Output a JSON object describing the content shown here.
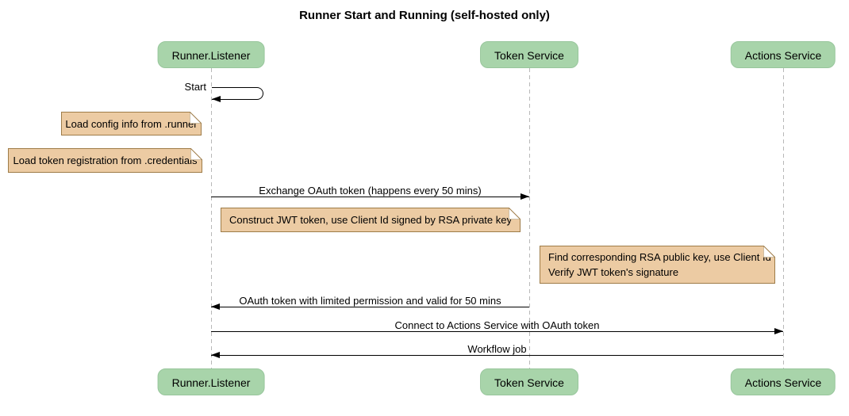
{
  "diagram": {
    "title": "Runner Start and Running (self-hosted only)",
    "participants": [
      {
        "name": "Runner.Listener"
      },
      {
        "name": "Token Service"
      },
      {
        "name": "Actions Service"
      }
    ],
    "self_message": {
      "label": "Start",
      "on": "Runner.Listener"
    },
    "notes": [
      {
        "text": "Load config info from .runner",
        "position": "left of Runner.Listener"
      },
      {
        "text": "Load token registration from .credentials",
        "position": "left of Runner.Listener"
      },
      {
        "text": "Construct JWT token, use Client Id signed by RSA private key",
        "position": "between Runner.Listener and Token Service"
      },
      {
        "text": "Find corresponding RSA public key, use Client Id\nVerify JWT token's signature",
        "position": "between Token Service and Actions Service"
      }
    ],
    "messages": [
      {
        "label": "Exchange OAuth token (happens every 50 mins)",
        "from": "Runner.Listener",
        "to": "Token Service",
        "direction": "right"
      },
      {
        "label": "OAuth token with limited permission and valid for 50 mins",
        "from": "Token Service",
        "to": "Runner.Listener",
        "direction": "left"
      },
      {
        "label": "Connect to Actions Service with OAuth token",
        "from": "Runner.Listener",
        "to": "Actions Service",
        "direction": "right"
      },
      {
        "label": "Workflow job",
        "from": "Actions Service",
        "to": "Runner.Listener",
        "direction": "left"
      }
    ],
    "colors": {
      "participant_fill": "#a8d4aa",
      "note_fill": "#eccba3",
      "note_border": "#9e7c48",
      "lifeline": "#b8b8b8",
      "arrow": "#000000",
      "text": "#000000",
      "background": "#ffffff"
    }
  }
}
